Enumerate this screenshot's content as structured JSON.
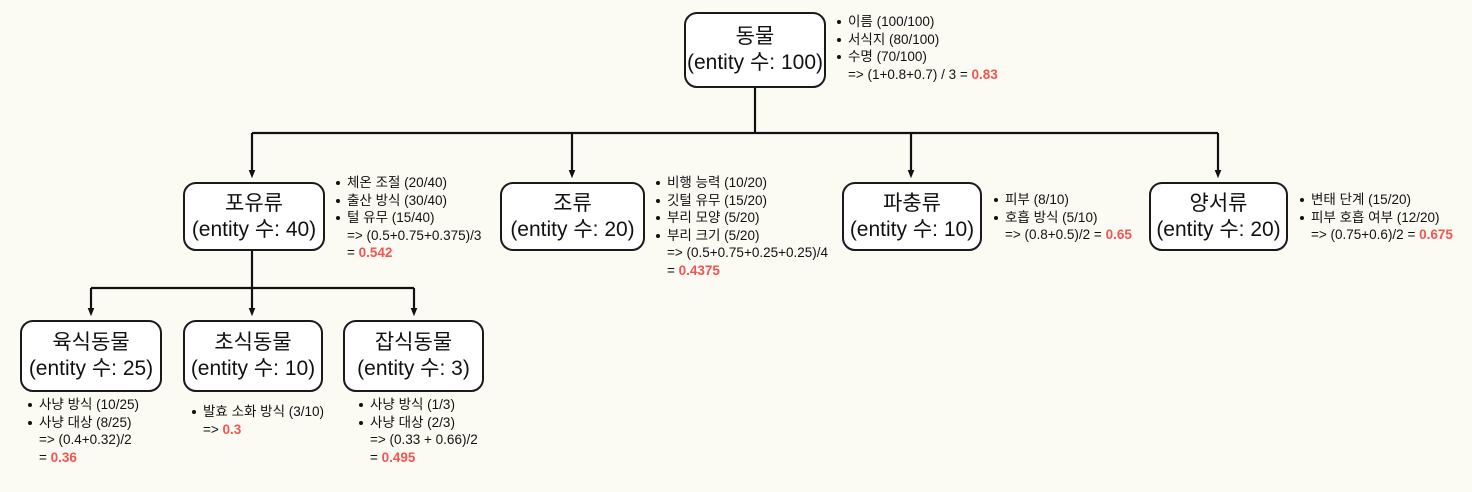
{
  "diagram": {
    "title": "Animal taxonomy entity-coverage tree",
    "accent_color": "#f4544f",
    "background_color": "#fbfbf4",
    "node_border_color": "#1a1a1a",
    "edge_color": "#111111"
  },
  "nodes": {
    "animal": {
      "name": "동물",
      "count": "(entity 수: 100)",
      "attributes": [
        "이름 (100/100)",
        "서식지 (80/100)",
        "수명 (70/100)"
      ],
      "formula": "=> (1+0.8+0.7) / 3 = ",
      "score": "0.83"
    },
    "mammal": {
      "name": "포유류",
      "count": "(entity 수: 40)",
      "attributes": [
        "체온 조절 (20/40)",
        "출산 방식 (30/40)",
        "털 유무 (15/40)"
      ],
      "formula": "=> (0.5+0.75+0.375)/3",
      "formula2": "= ",
      "score": "0.542"
    },
    "bird": {
      "name": "조류",
      "count": "(entity 수: 20)",
      "attributes": [
        "비행 능력 (10/20)",
        "깃털 유무 (15/20)",
        "부리 모양 (5/20)",
        "부리 크기 (5/20)"
      ],
      "formula": "=> (0.5+0.75+0.25+0.25)/4",
      "formula2": "= ",
      "score": "0.4375"
    },
    "reptile": {
      "name": "파충류",
      "count": "(entity 수: 10)",
      "attributes": [
        "피부 (8/10)",
        "호흡 방식 (5/10)"
      ],
      "formula": "=> (0.8+0.5)/2 = ",
      "score": "0.65"
    },
    "amphibian": {
      "name": "양서류",
      "count": "(entity 수: 20)",
      "attributes": [
        "변태 단계 (15/20)",
        "피부 호흡 여부 (12/20)"
      ],
      "formula": "=> (0.75+0.6)/2 = ",
      "score": "0.675"
    },
    "carnivore": {
      "name": "육식동물",
      "count": "(entity 수: 25)",
      "attributes": [
        "사냥 방식 (10/25)",
        "사냥 대상 (8/25)"
      ],
      "formula": "=> (0.4+0.32)/2",
      "formula2": "= ",
      "score": "0.36"
    },
    "herbivore": {
      "name": "초식동물",
      "count": "(entity 수: 10)",
      "attributes": [
        "발효 소화 방식 (3/10)"
      ],
      "formula": "=> ",
      "score": "0.3"
    },
    "omnivore": {
      "name": "잡식동물",
      "count": "(entity 수: 3)",
      "attributes": [
        "사냥 방식 (1/3)",
        "사냥 대상 (2/3)"
      ],
      "formula": "=> (0.33 + 0.66)/2",
      "formula2": "= ",
      "score": "0.495"
    }
  }
}
